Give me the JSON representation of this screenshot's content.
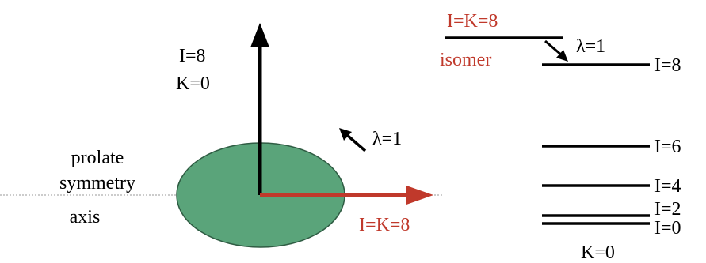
{
  "colors": {
    "accent_red": "#c0392b",
    "ellipse_fill": "#5aa47a",
    "ellipse_stroke": "#2f5c43",
    "ink": "#000000",
    "axis_dotted": "#9a9a9a"
  },
  "left_panel": {
    "spin_label_line1": "I=8",
    "spin_label_line2": "K=0",
    "lambda_label": "λ=1",
    "axis_label_line1": "prolate",
    "axis_label_line2": "symmetry",
    "axis_label_line3": "axis",
    "projection_label": "I=K=8"
  },
  "right_panel": {
    "isomer_title": "I=K=8",
    "isomer_word": "isomer",
    "transition_label": "λ=1",
    "band_label": "K=0",
    "levels": [
      {
        "name": "level-i8",
        "label": "I=8"
      },
      {
        "name": "level-i6",
        "label": "I=6"
      },
      {
        "name": "level-i4",
        "label": "I=4"
      },
      {
        "name": "level-i2",
        "label": "I=2"
      },
      {
        "name": "level-i0",
        "label": "I=0"
      }
    ]
  }
}
